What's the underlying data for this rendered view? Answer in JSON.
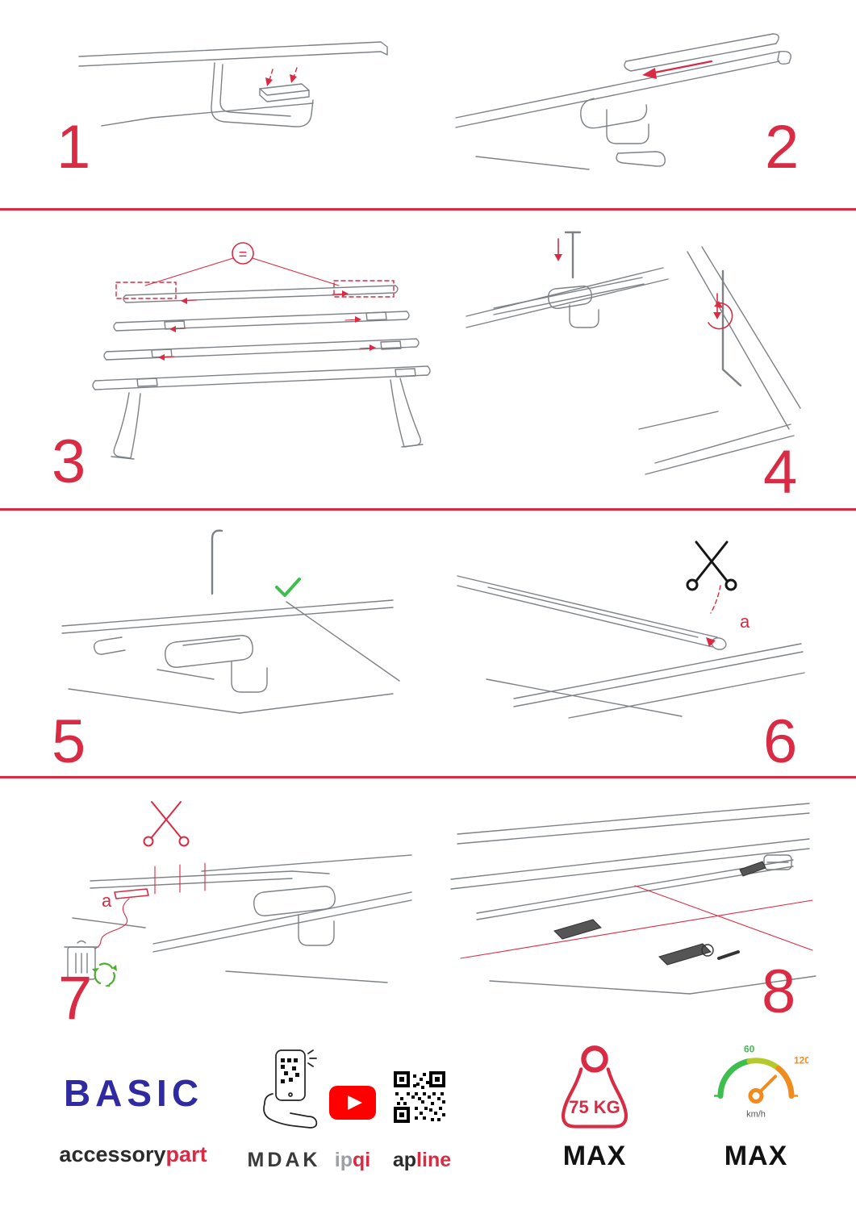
{
  "steps": [
    {
      "number": "1"
    },
    {
      "number": "2"
    },
    {
      "number": "3",
      "equals_label": "="
    },
    {
      "number": "4"
    },
    {
      "number": "5"
    },
    {
      "number": "6",
      "cut_label": "a"
    },
    {
      "number": "7",
      "cut_label": "a"
    },
    {
      "number": "8"
    }
  ],
  "footer": {
    "product_name": "BASIC",
    "brand_dark": "accessory",
    "brand_red": "part",
    "partner_mdak": "MDAK",
    "partner_ipqi_gray": "ip",
    "partner_ipqi_red": "qi",
    "partner_apline_dark": "ap",
    "partner_apline_red": "line",
    "weight_value": "75 KG",
    "weight_max": "MAX",
    "speed_tick_low": "60",
    "speed_tick_high": "120",
    "speed_unit": "km/h",
    "speed_max": "MAX"
  },
  "colors": {
    "accent_red": "#D92B43",
    "check_green": "#3DBE4E",
    "recycle_green": "#4CAF2E",
    "brand_blue": "#2F2AA0",
    "youtube_red": "#FF0000",
    "speed_orange": "#F08C1E"
  }
}
